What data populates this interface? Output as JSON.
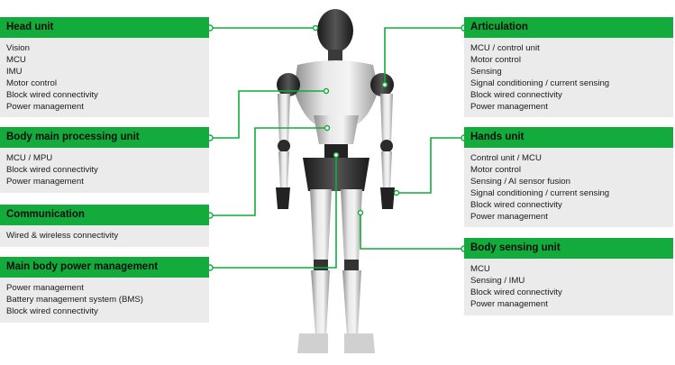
{
  "colors": {
    "accent": "#12ab3c",
    "panel": "#ebebeb",
    "connector": "#12ab3c"
  },
  "boxes": {
    "head_unit": {
      "title": "Head unit",
      "items": [
        "Vision",
        "MCU",
        "IMU",
        "Motor control",
        "Block wired connectivity",
        "Power management"
      ]
    },
    "body_main": {
      "title": "Body main processing unit",
      "items": [
        "MCU / MPU",
        "Block wired connectivity",
        "Power management"
      ]
    },
    "communication": {
      "title": "Communication",
      "items": [
        "Wired & wireless connectivity"
      ]
    },
    "power_mgmt": {
      "title": "Main body power management",
      "items": [
        "Power management",
        "Battery management system (BMS)",
        "Block wired connectivity"
      ]
    },
    "articulation": {
      "title": "Articulation",
      "items": [
        "MCU / control unit",
        "Motor control",
        "Sensing",
        "Signal conditioning / current sensing",
        "Block wired connectivity",
        "Power management"
      ]
    },
    "hands": {
      "title": "Hands unit",
      "items": [
        "Control unit / MCU",
        "Motor control",
        "Sensing / AI sensor fusion",
        "Signal conditioning / current sensing",
        "Block wired connectivity",
        "Power management"
      ]
    },
    "body_sensing": {
      "title": "Body sensing unit",
      "items": [
        "MCU",
        "Sensing / IMU",
        "Block wired connectivity",
        "Power management"
      ]
    }
  }
}
